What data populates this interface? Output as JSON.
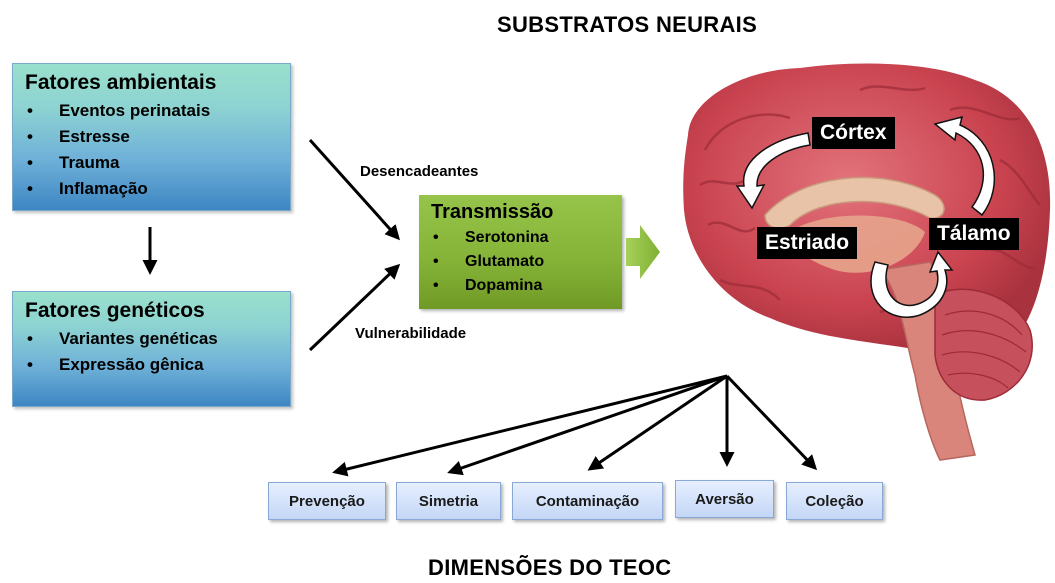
{
  "titles": {
    "top": "SUBSTRATOS NEURAIS",
    "bottom": "DIMENSÕES DO TEOC"
  },
  "ambientais": {
    "title": "Fatores ambientais",
    "items": [
      "Eventos perinatais",
      "Estresse",
      "Trauma",
      "Inflamação"
    ]
  },
  "geneticos": {
    "title": "Fatores genéticos",
    "items": [
      "Variantes genéticas",
      "Expressão gênica"
    ]
  },
  "transmissao": {
    "title": "Transmissão",
    "items": [
      "Serotonina",
      "Glutamato",
      "Dopamina"
    ]
  },
  "edge_labels": {
    "desencadeantes": "Desencadeantes",
    "vulnerabilidade": "Vulnerabilidade"
  },
  "brain_labels": {
    "cortex": "Córtex",
    "estriado": "Estriado",
    "talamo": "Tálamo"
  },
  "dimensions": [
    "Prevenção",
    "Simetria",
    "Contaminação",
    "Aversão",
    "Coleção"
  ],
  "colors": {
    "environment_box": "#8dd3d2",
    "genetic_box": "#3d86c3",
    "transmission_box": "#86b438",
    "dimension_box": "#c4d7f6",
    "label_background": "#000000"
  }
}
